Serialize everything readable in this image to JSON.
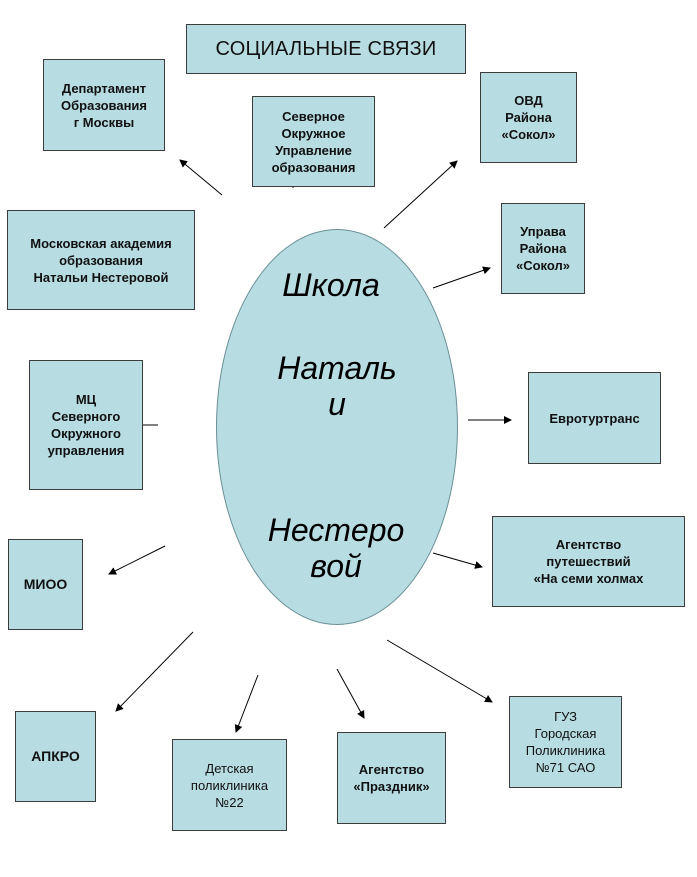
{
  "title": "СОЦИАЛЬНЫЕ СВЯЗИ",
  "center": {
    "line1": "Школа",
    "line2": "Наталь\nи",
    "line3": "Нестеро\nвой"
  },
  "nodes": {
    "department": "Департамент\nОбразования\nг Москвы",
    "north_admin": "Северное\nОкружное\nУправление\nобразования",
    "ovd": "ОВД\nРайона\n«Сокол»",
    "academy": "Московская академия\nобразования\nНатальи Нестеровой",
    "uprava": "Управа\nРайона\n«Сокол»",
    "mc": "МЦ\nСеверного\nОкружного\nуправления",
    "evroturtrans": "Евротуртранс",
    "agency_hills": "Агентство\nпутешествий\n«На семи холмах",
    "mioo": "МИОО",
    "apkro": "АПКРО",
    "clinic22": "Детская\nполиклиника\n№22",
    "prazdnik": "Агентство\n«Праздник»",
    "guz": "ГУЗ\nГородская\nПоликлиника\n№71 САО"
  },
  "colors": {
    "box_fill": "#b7dde3",
    "box_border": "#3c3c3c",
    "arrow": "#000000"
  }
}
